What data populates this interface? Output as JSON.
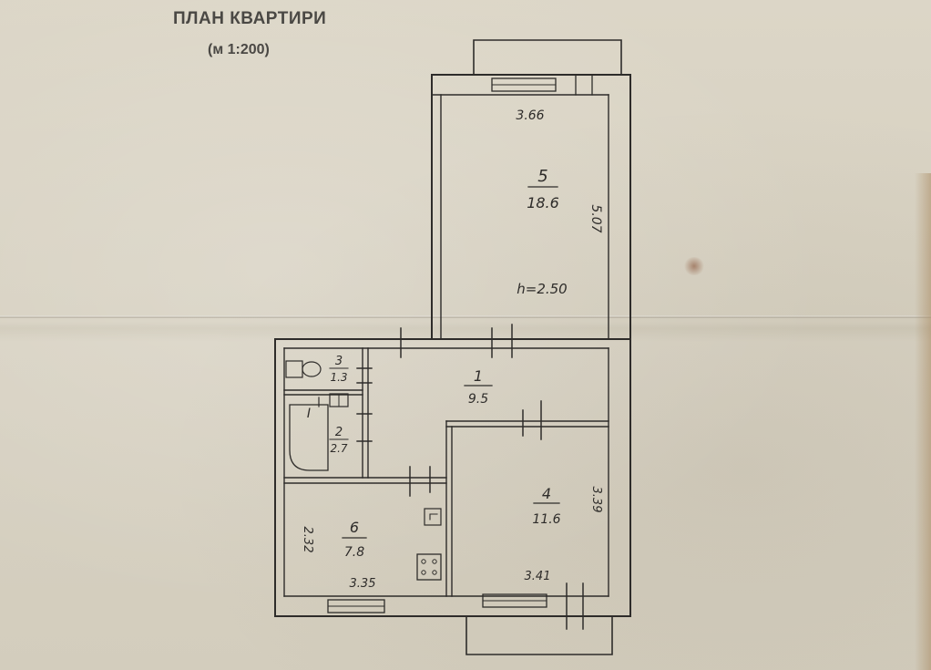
{
  "header": {
    "title": "ПЛАН КВАРТИРИ",
    "scale": "(м 1:200)"
  },
  "dimensions": {
    "room5_width": "3.66",
    "room5_length": "5.07",
    "ceiling_height": "h=2.50",
    "room4_height": "3.39",
    "room4_width": "3.41",
    "kitchen_height": "2.32",
    "kitchen_width": "3.35"
  },
  "rooms": {
    "r1": {
      "number": "1",
      "area": "9.5"
    },
    "r2": {
      "number": "2",
      "area": "2.7"
    },
    "r3": {
      "number": "3",
      "area": "1.3"
    },
    "r4": {
      "number": "4",
      "area": "11.6"
    },
    "r5": {
      "number": "5",
      "area": "18.6"
    },
    "r6": {
      "number": "6",
      "area": "7.8"
    }
  },
  "fixtures": {
    "bathtub_mark": "I"
  },
  "colors": {
    "ink": "#2e2c2a",
    "paper": "#d9d3c4"
  }
}
